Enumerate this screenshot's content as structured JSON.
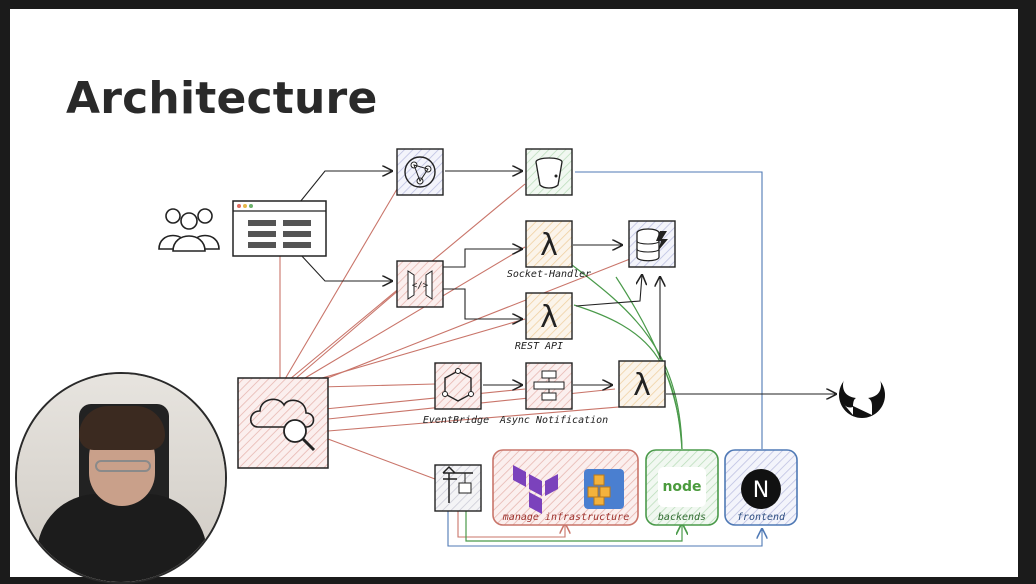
{
  "slide": {
    "title": "Architecture"
  },
  "diagram": {
    "labels": {
      "socket_handler": "Socket-Handler",
      "rest_api": "REST API",
      "eventbridge": "EventBridge",
      "async_notification": "Async Notification",
      "manage_infrastructure": "manage infrastructure",
      "backends": "backends",
      "frontend": "frontend",
      "node": "node",
      "next_letter": "N",
      "lambda_symbol": "λ"
    },
    "colors": {
      "red_line": "#c9756a",
      "blue_line": "#4f79b5",
      "green_line": "#4a9a4a",
      "black_line": "#222222",
      "terraform": "#7b42bc",
      "node_green": "#4b9b3d",
      "next_bg": "#111111"
    },
    "icons": [
      "users-icon",
      "browser-icon",
      "cloudfront-icon",
      "s3-bucket-icon",
      "api-gateway-icon",
      "lambda-icon",
      "dynamodb-icon",
      "eventbridge-icon",
      "step-functions-icon",
      "cloud-search-icon",
      "github-icon",
      "codebuild-icon",
      "terraform-icon",
      "cdk-cubes-icon",
      "nodejs-icon",
      "nextjs-icon"
    ]
  },
  "webcam": {
    "description_icon": "presenter-webcam"
  }
}
